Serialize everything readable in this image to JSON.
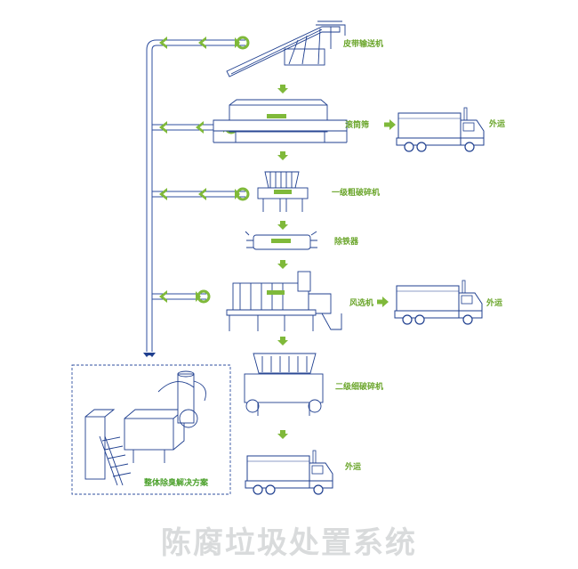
{
  "title": "陈腐垃圾处置系统",
  "colors": {
    "line": "#1f3f8f",
    "accent": "#7fb93a",
    "pipe": "#2f4f9f"
  },
  "equipment": [
    {
      "id": "belt-conveyor",
      "label": "皮带输送机",
      "icon": "conveyor-icon"
    },
    {
      "id": "trommel-screen",
      "label": "滚筒筛",
      "icon": "trommel-icon"
    },
    {
      "id": "primary-shredder",
      "label": "一级粗破碎机",
      "icon": "shredder-icon"
    },
    {
      "id": "iron-remover",
      "label": "除铁器",
      "icon": "magnet-icon"
    },
    {
      "id": "air-separator",
      "label": "风选机",
      "icon": "air-separator-icon"
    },
    {
      "id": "secondary-shredder",
      "label": "二级细破碎机",
      "icon": "shredder-icon"
    }
  ],
  "outputs": [
    {
      "id": "out-trommel",
      "label": "外运",
      "icon": "truck-icon"
    },
    {
      "id": "out-air",
      "label": "外运",
      "icon": "truck-icon"
    },
    {
      "id": "out-final",
      "label": "外运",
      "icon": "truck-icon"
    }
  ],
  "odor_box": {
    "label": "整体除臭解决方案",
    "icon": "deodorization-icon"
  }
}
